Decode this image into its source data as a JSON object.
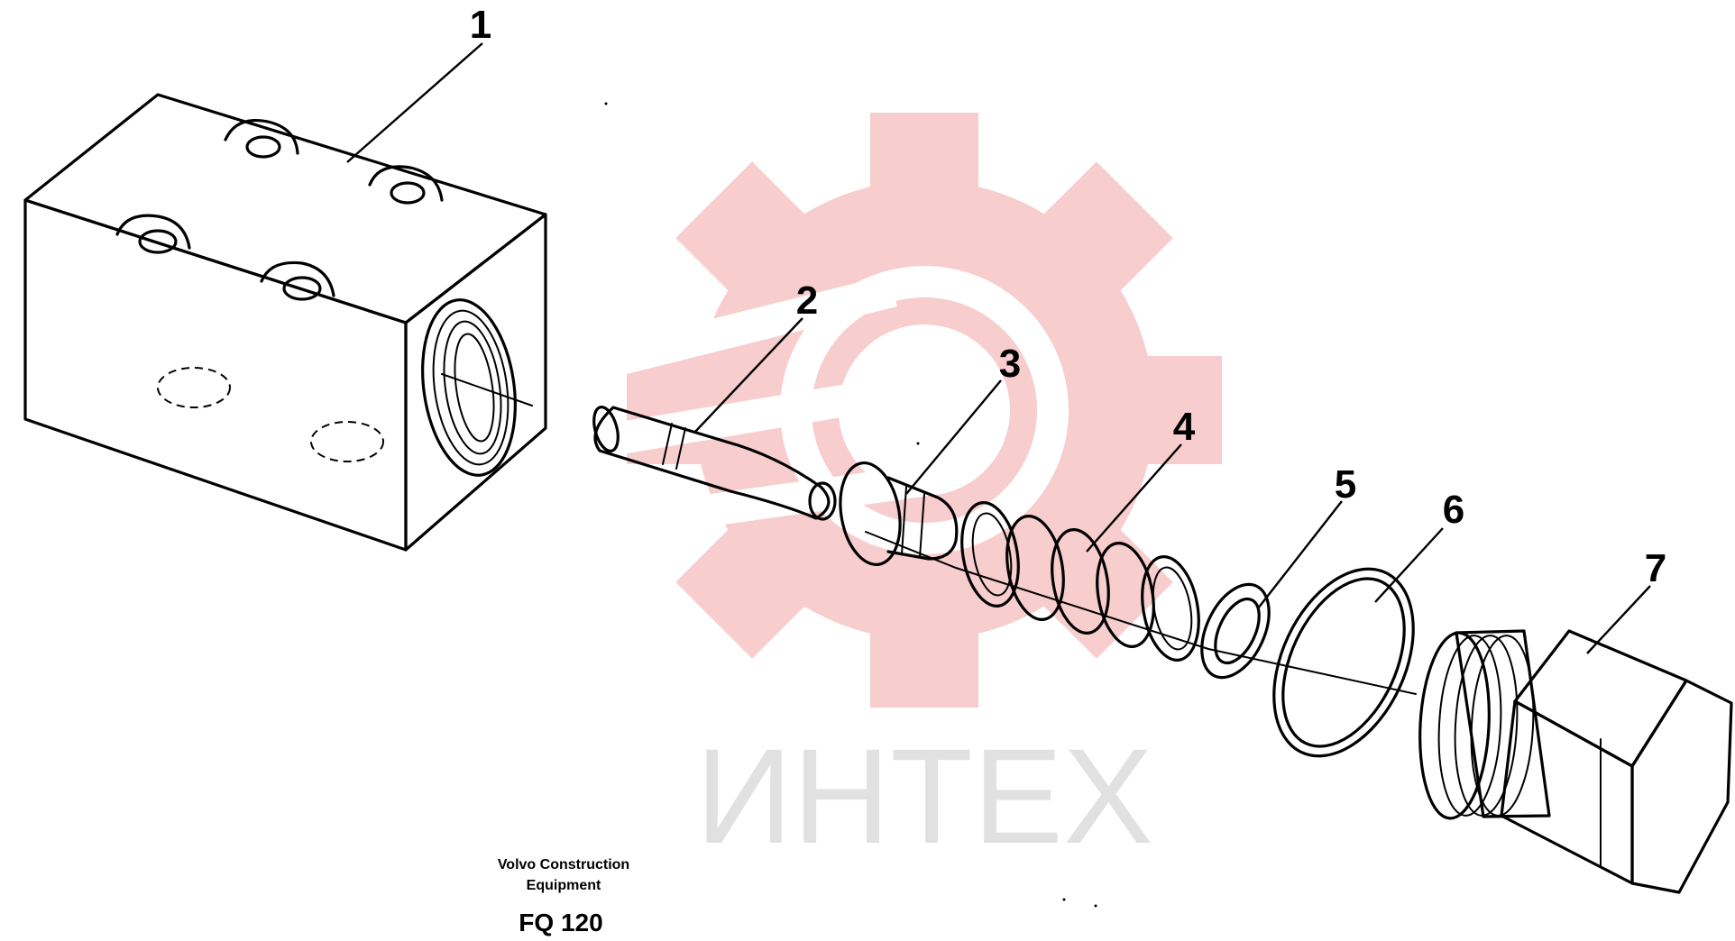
{
  "callouts": [
    "1",
    "2",
    "3",
    "4",
    "5",
    "6",
    "7"
  ],
  "caption": {
    "line1": "Volvo Construction",
    "line2": "Equipment",
    "code": "FQ 120"
  },
  "watermark": {
    "text": "ИНТЕХ",
    "gear_color": "#f6c4c4",
    "text_color": "#dcdcdc"
  }
}
